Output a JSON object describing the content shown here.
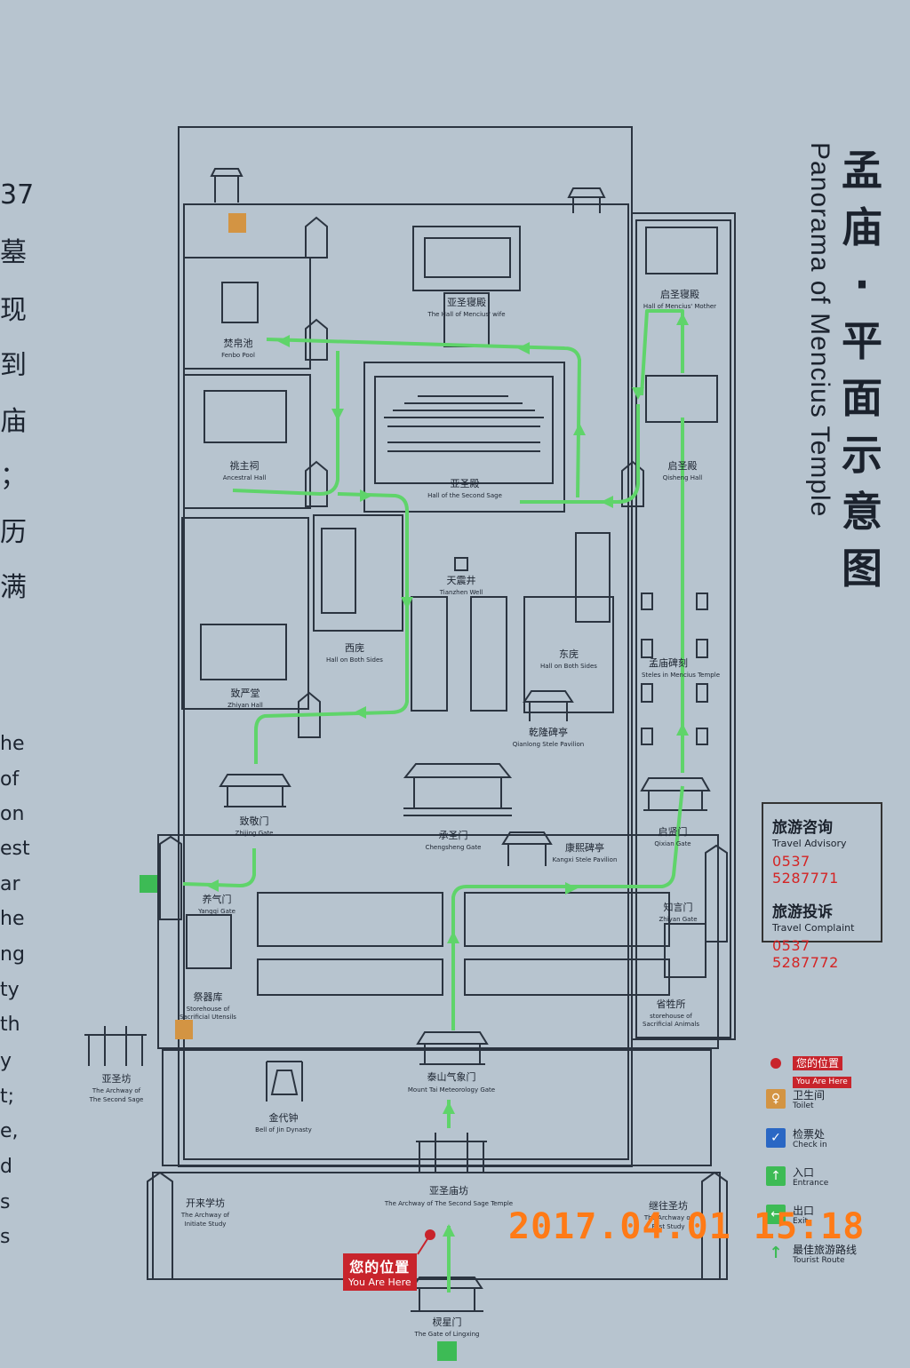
{
  "title": {
    "cn_chars": [
      "孟",
      "庙",
      "·",
      "平",
      "面",
      "示",
      "意",
      "图"
    ],
    "en": "Panorama of Mencius Temple"
  },
  "left_fragments": {
    "cn": [
      "37",
      "墓",
      "现",
      "到",
      "庙",
      "；",
      "历",
      "满"
    ],
    "en": [
      "he",
      "of",
      "on",
      "est",
      "ar",
      "he",
      "ng",
      "ty",
      "th",
      "y",
      "t;",
      "e,",
      "d",
      "s",
      "s"
    ]
  },
  "places": {
    "fenbo_pool": {
      "cn": "焚帛池",
      "en": "Fenbo Pool"
    },
    "hall_wife": {
      "cn": "亚圣寝殿",
      "en": "The Hall of Mencius' wife"
    },
    "hall_mother": {
      "cn": "启圣寝殿",
      "en": "Hall of Mencius' Mother"
    },
    "ancestral_hall": {
      "cn": "祧主祠",
      "en": "Ancestral Hall"
    },
    "second_sage_hall": {
      "cn": "亚圣殿",
      "en": "Hall of the Second Sage"
    },
    "qisheng_hall": {
      "cn": "启圣殿",
      "en": "Qisheng Hall"
    },
    "tianzhen_well": {
      "cn": "天震井",
      "en": "Tianzhen Well"
    },
    "west_hall": {
      "cn": "西庑",
      "en": "Hall on Both Sides"
    },
    "east_hall": {
      "cn": "东庑",
      "en": "Hall on Both Sides"
    },
    "steles": {
      "cn": "孟庙碑刻",
      "en": "Steles in Mencius Temple"
    },
    "zhiyan_hall": {
      "cn": "致严堂",
      "en": "Zhiyan Hall"
    },
    "qianlong_pavilion": {
      "cn": "乾隆碑亭",
      "en": "Qianlong Stele Pavilion"
    },
    "zhijing_gate": {
      "cn": "致敬门",
      "en": "Zhijing Gate"
    },
    "chengsheng_gate": {
      "cn": "承圣门",
      "en": "Chengsheng Gate"
    },
    "qixian_gate": {
      "cn": "启贤门",
      "en": "Qixian Gate"
    },
    "kangxi_pavilion": {
      "cn": "康熙碑亭",
      "en": "Kangxi Stele Pavilion"
    },
    "yangqi_gate": {
      "cn": "养气门",
      "en": "Yangqi Gate"
    },
    "zhiyan_gate": {
      "cn": "知言门",
      "en": "Zhiyan Gate"
    },
    "storehouse_utensils": {
      "cn": "祭器库",
      "en1": "Storehouse of",
      "en2": "Sacrificial Utensils"
    },
    "storehouse_animals": {
      "cn": "省牲所",
      "en1": "storehouse of",
      "en2": "Sacrificial Animals"
    },
    "archway_sage_left": {
      "cn": "亚圣坊",
      "en1": "The Archway of",
      "en2": "The Second Sage"
    },
    "mount_tai_gate": {
      "cn": "泰山气象门",
      "en": "Mount Tai Meteorology Gate"
    },
    "jin_bell": {
      "cn": "金代钟",
      "en": "Bell of Jin Dynasty"
    },
    "kailai_archway": {
      "cn": "开来学坊",
      "en1": "The Archway of",
      "en2": "Initiate Study"
    },
    "temple_archway": {
      "cn": "亚圣庙坊",
      "en": "The Archway of The Second Sage Temple"
    },
    "jiwang_archway": {
      "cn": "继往圣坊",
      "en1": "The Archway of",
      "en2": "Past Study"
    },
    "lingxing_gate": {
      "cn": "棂星门",
      "en": "The Gate of Lingxing"
    }
  },
  "contact": {
    "advisory_cn": "旅游咨询",
    "advisory_en": "Travel Advisory",
    "advisory_phone": "0537 5287771",
    "complaint_cn": "旅游投诉",
    "complaint_en": "Travel Complaint",
    "complaint_phone": "0537 5287772"
  },
  "legend": {
    "here_cn": "您的位置",
    "here_en": "You Are Here",
    "toilet_cn": "卫生间",
    "toilet_en": "Toilet",
    "checkin_cn": "检票处",
    "checkin_en": "Check in",
    "entrance_cn": "入口",
    "entrance_en": "Entrance",
    "exit_cn": "出口",
    "exit_en": "Exit",
    "route_cn": "最佳旅游路线",
    "route_en": "Tourist Route"
  },
  "you_are_here": {
    "cn": "您的位置",
    "en": "You Are Here"
  },
  "timestamp": "2017.04.01  15:18",
  "colors": {
    "background": "#b7c4cf",
    "route": "#5fd46a",
    "lines": "#2b3440",
    "here": "#c8242c",
    "stamp": "#ff7a16"
  }
}
